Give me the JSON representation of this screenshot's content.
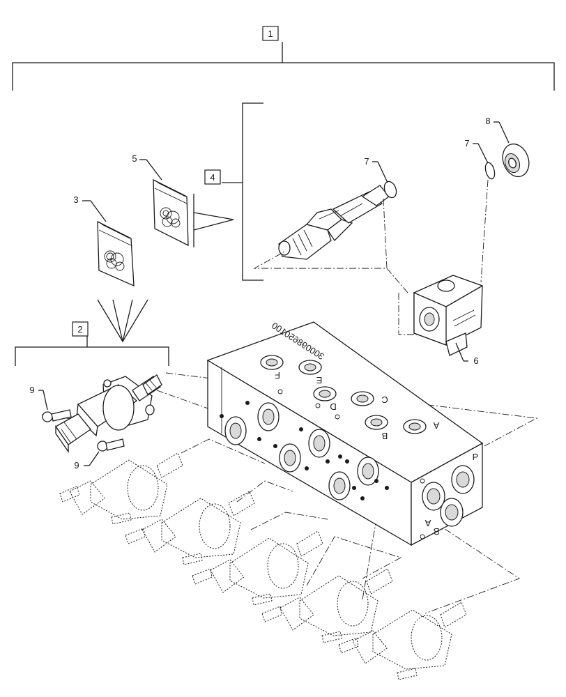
{
  "callouts": {
    "c1": "1",
    "c2": "2",
    "c3": "3",
    "c4": "4",
    "c5": "5",
    "c6": "6",
    "c7a": "7",
    "c7b": "7",
    "c8": "8",
    "c9a": "9",
    "c9b": "9"
  },
  "manifold": {
    "stamp": "300098650100",
    "ports": [
      "F",
      "E",
      "D",
      "C",
      "B",
      "A"
    ],
    "side_letters": [
      "P",
      "A",
      "B"
    ]
  }
}
